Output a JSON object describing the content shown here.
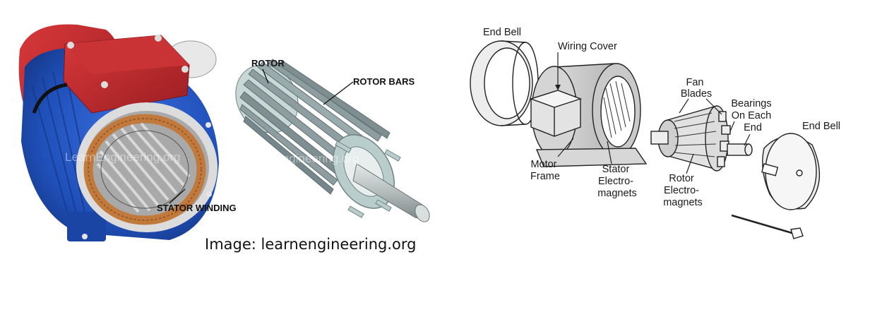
{
  "photo_labels": {
    "rotor": "ROTOR",
    "rotor_bars": "ROTOR BARS",
    "stator_winding": "STATOR WINDING",
    "watermark": "LearnEngineering.org"
  },
  "credit": "Image: learnengineering.org",
  "line_drawing_labels": {
    "end_bell_left": "End Bell",
    "wiring_cover": "Wiring Cover",
    "fan_blades": [
      "Fan",
      "Blades"
    ],
    "bearings": [
      "Bearings",
      "On Each",
      "End"
    ],
    "end_bell_right": "End Bell",
    "motor_frame": [
      "Motor",
      "Frame"
    ],
    "stator": [
      "Stator",
      "Electro-",
      "magnets"
    ],
    "rotor": [
      "Rotor",
      "Electro-",
      "magnets"
    ]
  },
  "colors": {
    "motor_body": "#1f4fb8",
    "motor_end_cap": "#c0282a",
    "terminal_box": "#b3272b",
    "copper_winding": "#c27a3c",
    "rotor_bars": "#8e9ea0",
    "rotor_ring": "#b9cdcc"
  }
}
